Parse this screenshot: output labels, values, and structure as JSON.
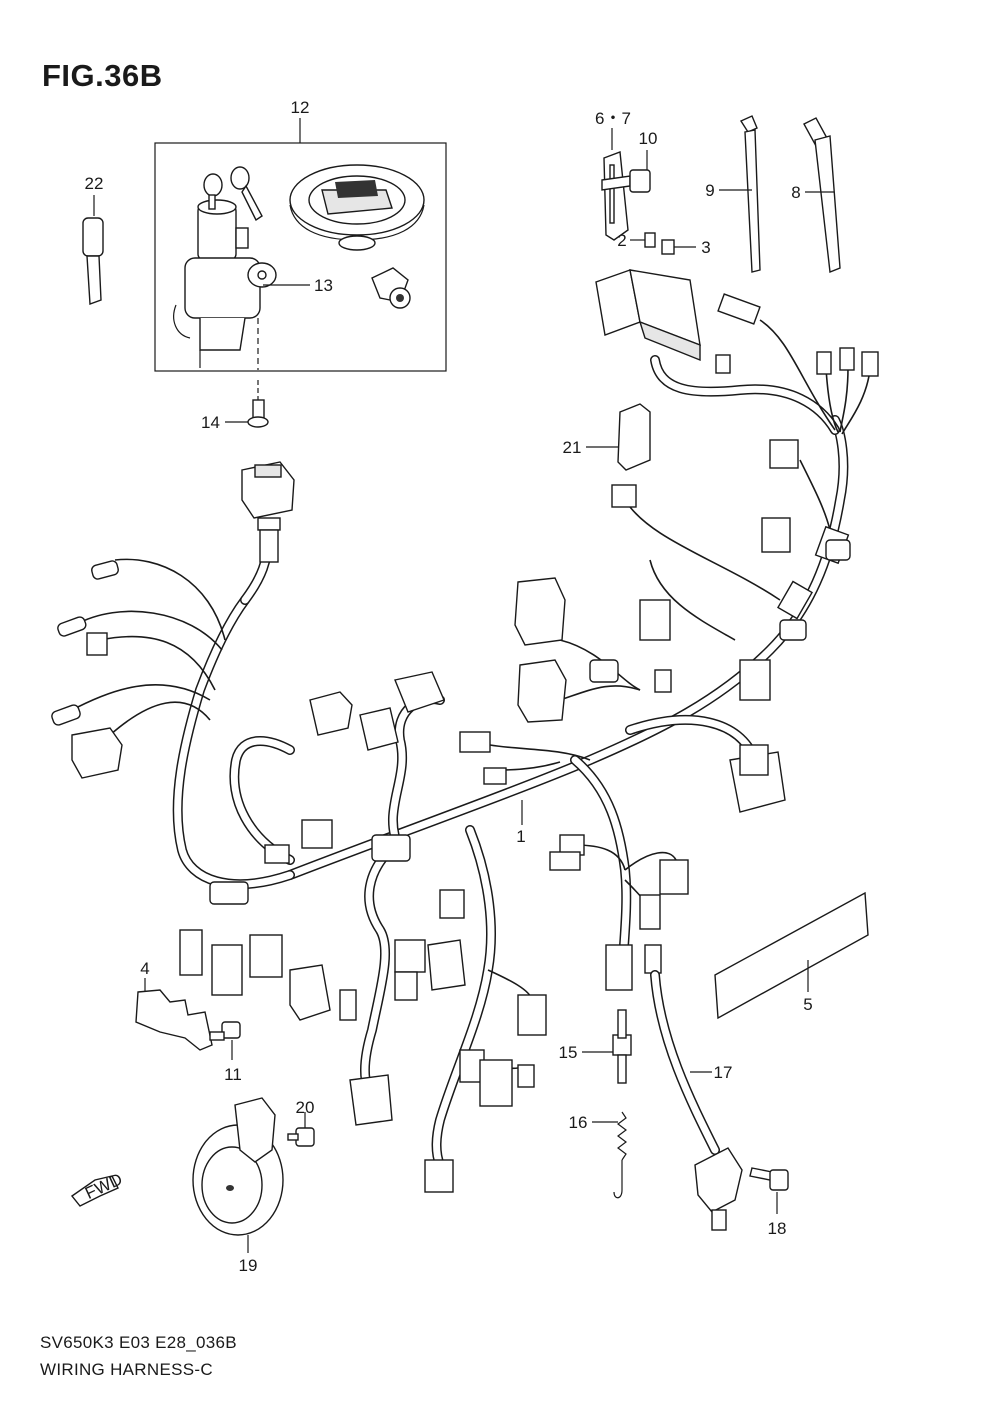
{
  "figure": {
    "title": "FIG.36B"
  },
  "footer": {
    "model_code": "SV650K3 E03 E28_036B",
    "name": "WIRING HARNESS-C"
  },
  "direction_marker": {
    "label": "FWD",
    "icon": "forward-arrow-icon"
  },
  "callouts": [
    {
      "id": "c1",
      "label": "1"
    },
    {
      "id": "c2",
      "label": "2"
    },
    {
      "id": "c3",
      "label": "3"
    },
    {
      "id": "c4",
      "label": "4"
    },
    {
      "id": "c5",
      "label": "5"
    },
    {
      "id": "c67",
      "label": "6・7"
    },
    {
      "id": "c8",
      "label": "8"
    },
    {
      "id": "c9",
      "label": "9"
    },
    {
      "id": "c10",
      "label": "10"
    },
    {
      "id": "c11",
      "label": "11"
    },
    {
      "id": "c12",
      "label": "12"
    },
    {
      "id": "c13",
      "label": "13"
    },
    {
      "id": "c14",
      "label": "14"
    },
    {
      "id": "c15",
      "label": "15"
    },
    {
      "id": "c16",
      "label": "16"
    },
    {
      "id": "c17",
      "label": "17"
    },
    {
      "id": "c18",
      "label": "18"
    },
    {
      "id": "c19",
      "label": "19"
    },
    {
      "id": "c20",
      "label": "20"
    },
    {
      "id": "c21",
      "label": "21"
    },
    {
      "id": "c22",
      "label": "22"
    }
  ]
}
